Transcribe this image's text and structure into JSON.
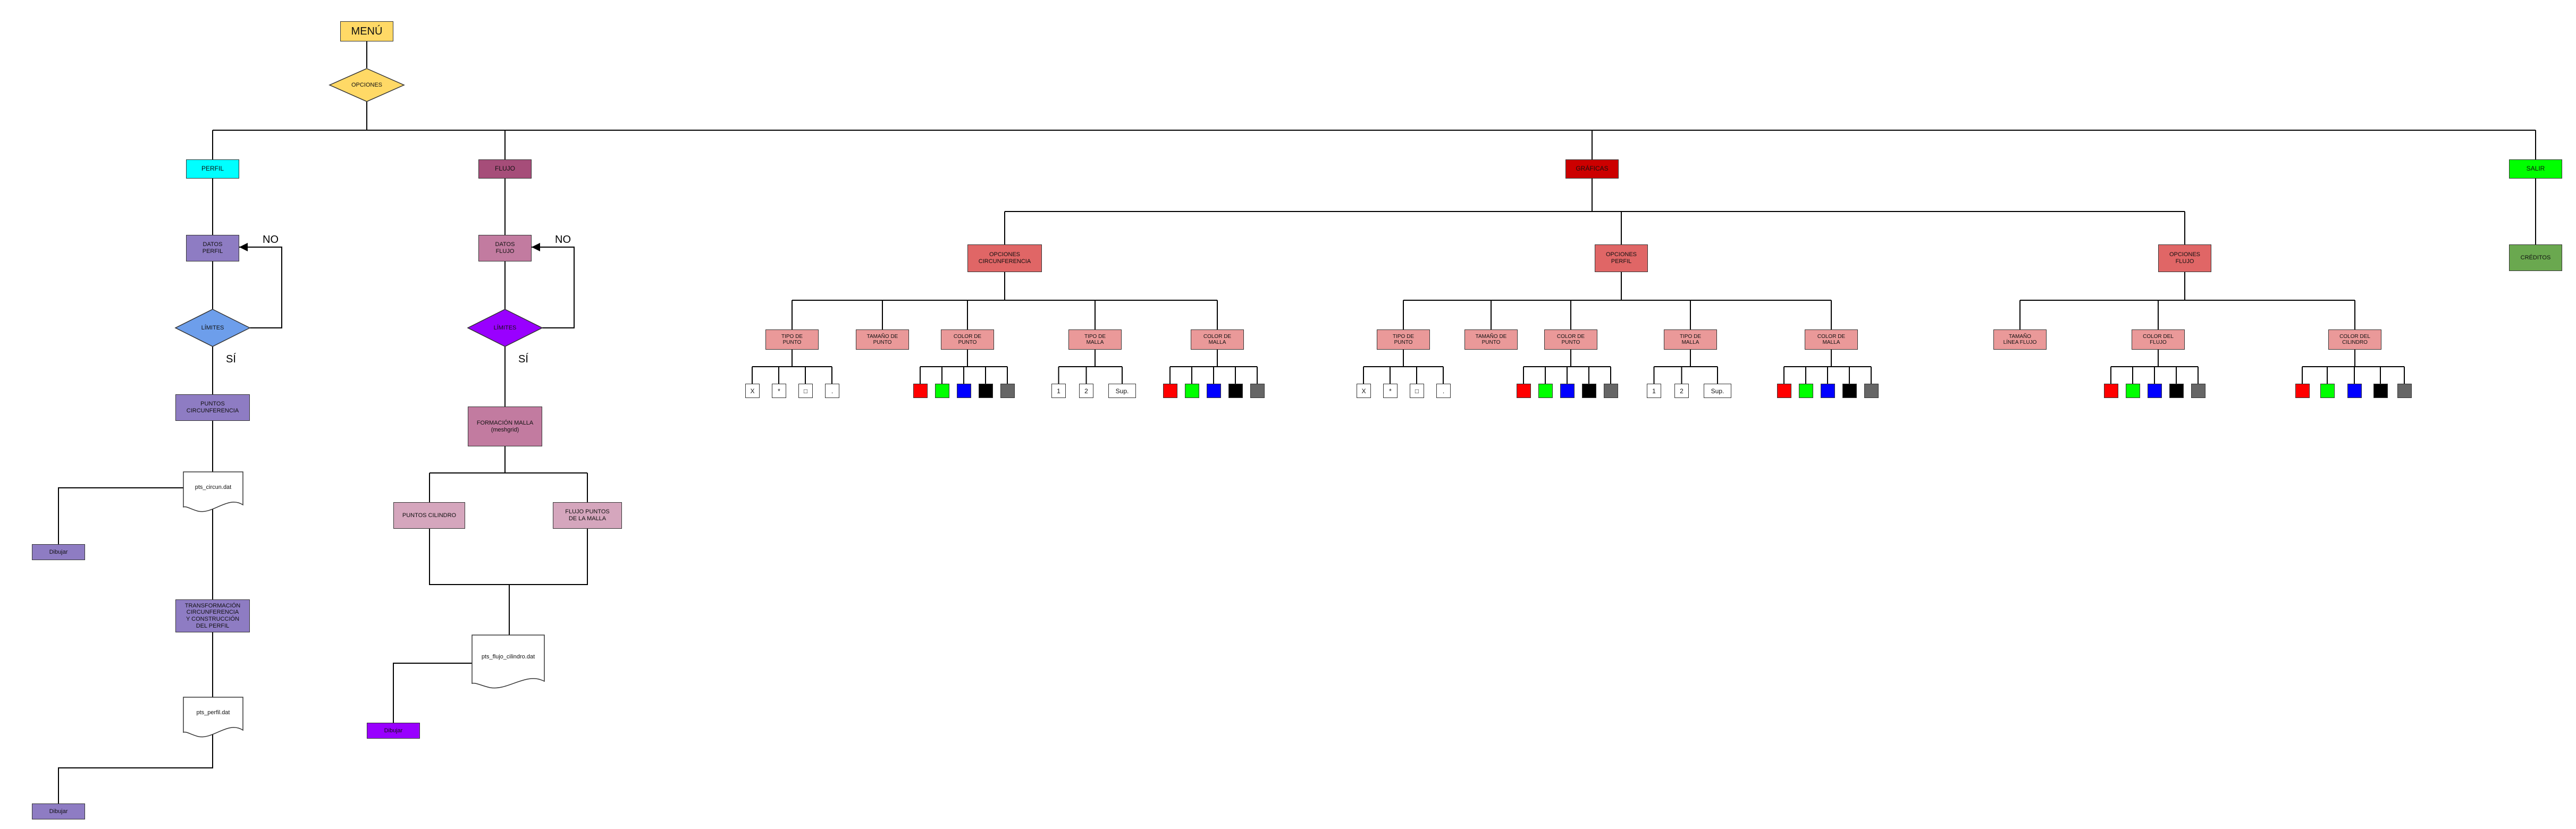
{
  "diagram": {
    "colors": {
      "menu": "#ffd966",
      "perfil": "#00ffff",
      "flujo": "#a64d79",
      "graficas": "#cc0000",
      "salir": "#00ff00",
      "creditos": "#6aa84f",
      "purple_box": "#8e7cc3",
      "rose_box": "#c27ba0",
      "light_rose": "#d5a6bd",
      "salmon": "#e06666",
      "salmon_light": "#ea9999",
      "blue_diamond": "#6d9eeb",
      "violet": "#9900ff",
      "swatch_red": "#ff0000",
      "swatch_green": "#00ff00",
      "swatch_blue": "#0000ff",
      "swatch_black": "#000000",
      "swatch_gray": "#666666"
    },
    "menu": "MENÚ",
    "opciones": "OPCIONES",
    "perfil": {
      "label": "PERFIL",
      "datos": "DATOS\nPERFIL",
      "limites": "LÍMITES",
      "no": "NO",
      "si": "SÍ",
      "puntos": "PUNTOS\nCIRCUNFERENCIA",
      "file1": "pts_circun.dat",
      "dibujo1": "Dibujar",
      "transformacion": "TRANSFORMACIÓN\nCIRCUNFERENCIA\nY CONSTRUCCIÓN\nDEL PERFIL",
      "file2": "pts_perfil.dat",
      "dibujo2": "Dibujar"
    },
    "flujo": {
      "label": "FLUJO",
      "datos": "DATOS\nFLUJO",
      "limites": "LÍMITES",
      "no": "NO",
      "si": "SÍ",
      "formacion": "FORMACIÓN MALLA\n(meshgrid)",
      "puntos_cilindro": "PUNTOS CILINDRO",
      "flujo_puntos": "FLUJO PUNTOS\nDE LA MALLA",
      "file": "pts_flujo_cilindro.dat",
      "dibujo": "Dibujar"
    },
    "graficas": {
      "label": "GRÁFICAS",
      "circ": {
        "label": "OPCIONES\nCIRCUNFERENCIA",
        "tipo_punto": "TIPO DE\nPUNTO",
        "tamano_punto": "TAMAÑO DE\nPUNTO",
        "color_punto": "COLOR DE\nPUNTO",
        "tipo_malla": "TIPO DE\nMALLA",
        "color_malla": "COLOR DE\nMALLA",
        "point_types": [
          "X",
          "*",
          "□",
          "."
        ],
        "mesh_types": [
          "1",
          "2",
          "Sup."
        ]
      },
      "perf": {
        "label": "OPCIONES\nPERFIL",
        "tipo_punto": "TIPO DE\nPUNTO",
        "tamano_punto": "TAMAÑO DE\nPUNTO",
        "color_punto": "COLOR DE\nPUNTO",
        "tipo_malla": "TIPO DE\nMALLA",
        "color_malla": "COLOR DE\nMALLA",
        "point_types": [
          "X",
          "*",
          "□",
          "."
        ],
        "mesh_types": [
          "1",
          "2",
          "Sup."
        ]
      },
      "flujo": {
        "label": "OPCIONES\nFLUJO",
        "tamano_linea": "TAMAÑO\nLÍNEA FLUJO",
        "color_flujo": "COLOR DEL\nFLUJO",
        "color_cilindro": "COLOR DEL\nCILINDRO"
      }
    },
    "salir": "SALIR",
    "creditos": "CRÉDITOS"
  }
}
